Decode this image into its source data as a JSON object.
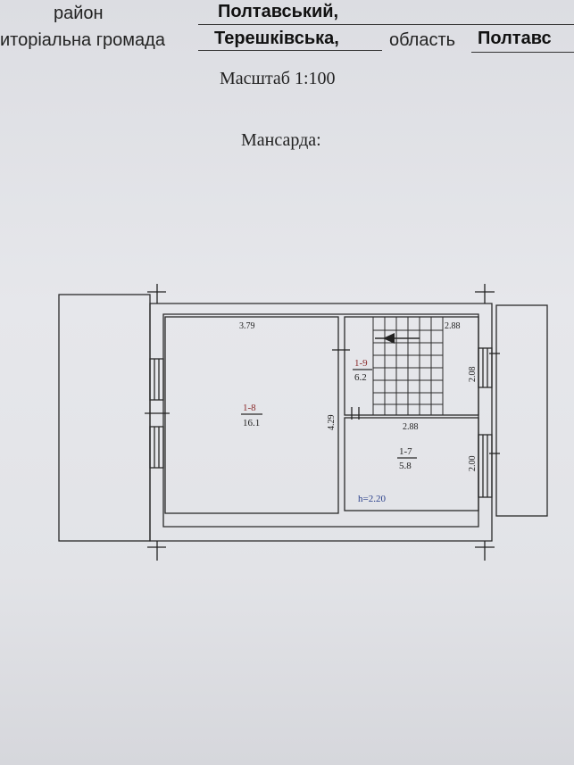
{
  "header": {
    "district_label": "район",
    "district_value": "Полтавський,",
    "community_label": "иторіальна громада",
    "community_value": "Терешківська,",
    "region_label": "область",
    "region_value": "Полтавс"
  },
  "scale": "Масштаб 1:100",
  "floor_title": "Мансарда:",
  "plan": {
    "room_main": {
      "number": "1-8",
      "area": "16.1"
    },
    "room_stair": {
      "number": "1-9",
      "area": "6.2"
    },
    "room_small": {
      "number": "1-7",
      "area": "5.8"
    },
    "dims": {
      "main_width": "3.79",
      "main_height": "4.29",
      "stair_width": "2.88",
      "stair_height": "2.08",
      "small_width": "2.88",
      "small_height": "2.00"
    },
    "ceiling_height": "h=2.20"
  }
}
